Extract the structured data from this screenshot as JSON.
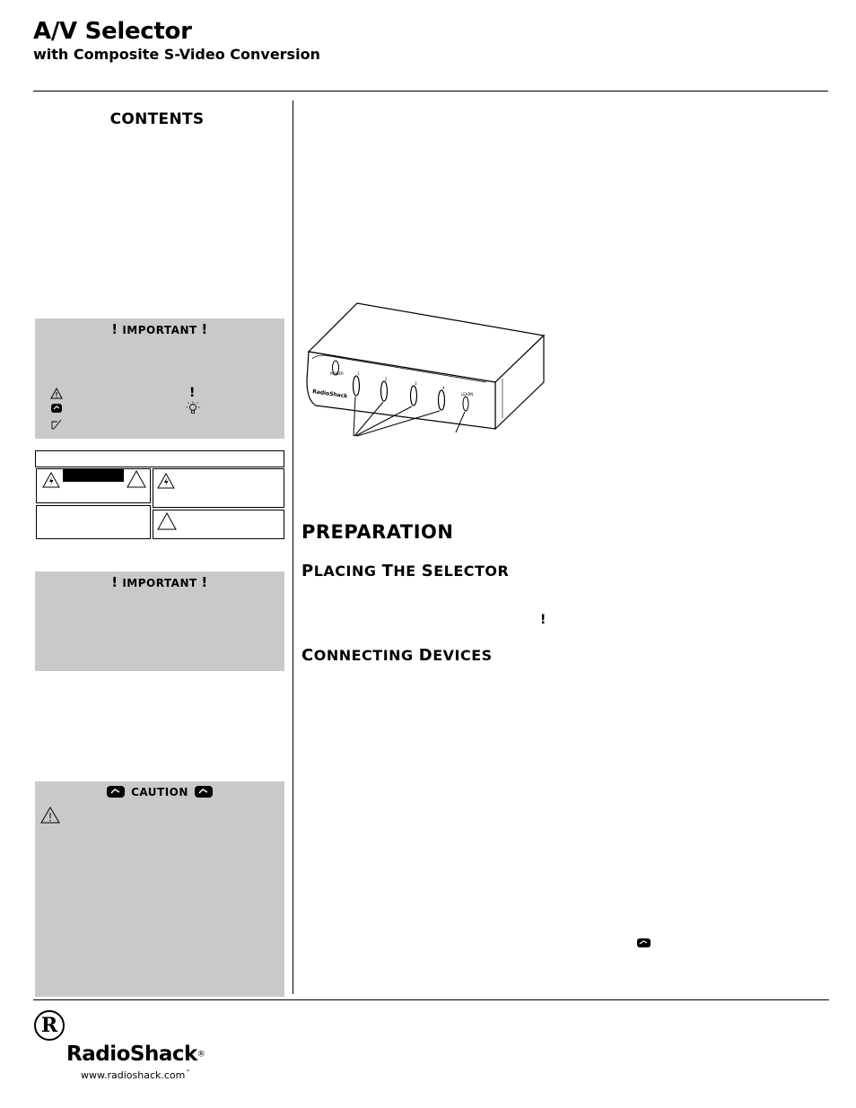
{
  "header": {
    "title": "A/V Selector",
    "subtitle": "with Composite S-Video Conversion"
  },
  "sidebar": {
    "contents_title": "CONTENTS",
    "important_box_1": {
      "label": "IMPORTANT",
      "mark": "!"
    },
    "important_box_2": {
      "label": "IMPORTANT",
      "mark": "!"
    },
    "caution_box": {
      "label": "CAUTION"
    }
  },
  "main": {
    "section_title": "PREPARATION",
    "placing": {
      "first": "P",
      "rest1": "LACING ",
      "second": "T",
      "rest2": "HE ",
      "third": "S",
      "rest3": "ELECTOR"
    },
    "connecting": {
      "first": "C",
      "rest1": "ONNECTING ",
      "second": "D",
      "rest2": "EVICES"
    },
    "inline_mark": "!",
    "device_labels": {
      "power": "POWER",
      "radioshack": "RadioShack",
      "ch1": "1",
      "ch2": "2",
      "ch3": "3",
      "ch4": "4",
      "learn": "LEARN"
    }
  },
  "footer": {
    "brand_mark": "R",
    "brand_name": "RadioShack",
    "registered": "®",
    "url": "www.radioshack.com",
    "tm": "™"
  }
}
